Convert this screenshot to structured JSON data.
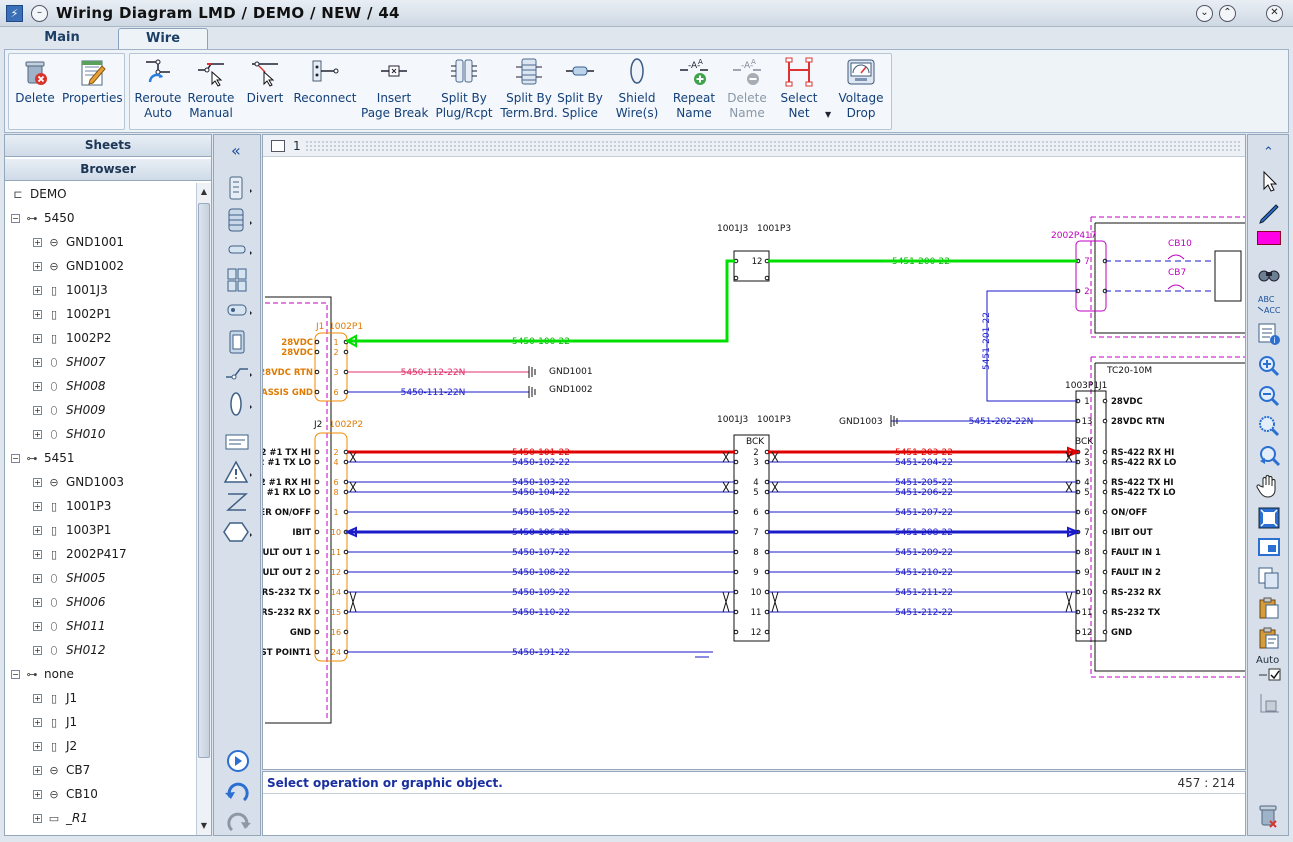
{
  "window": {
    "title": "Wiring Diagram LMD / DEMO / NEW / 44"
  },
  "tabs": [
    {
      "label": "Main",
      "active": false
    },
    {
      "label": "Wire",
      "active": true
    }
  ],
  "ribbon": {
    "buttons": [
      {
        "id": "delete",
        "label1": "Delete",
        "label2": "",
        "icon": "trash-icon"
      },
      {
        "id": "properties",
        "label1": "Properties",
        "label2": "",
        "icon": "properties-icon"
      },
      {
        "id": "reroute-auto",
        "label1": "Reroute",
        "label2": "Auto",
        "icon": "reroute-auto-icon"
      },
      {
        "id": "reroute-manual",
        "label1": "Reroute",
        "label2": "Manual",
        "icon": "reroute-manual-icon"
      },
      {
        "id": "divert",
        "label1": "Divert",
        "label2": "",
        "icon": "divert-icon"
      },
      {
        "id": "reconnect",
        "label1": "Reconnect",
        "label2": "",
        "icon": "reconnect-icon"
      },
      {
        "id": "insert-page-break",
        "label1": "Insert",
        "label2": "Page Break",
        "icon": "page-break-icon"
      },
      {
        "id": "split-plug",
        "label1": "Split By",
        "label2": "Plug/Rcpt",
        "icon": "split-plug-icon"
      },
      {
        "id": "split-term",
        "label1": "Split By",
        "label2": "Term.Brd.",
        "icon": "split-term-icon"
      },
      {
        "id": "split-splice",
        "label1": "Split By",
        "label2": "Splice",
        "icon": "split-splice-icon"
      },
      {
        "id": "shield-wire",
        "label1": "Shield",
        "label2": "Wire(s)",
        "icon": "shield-icon"
      },
      {
        "id": "repeat-name",
        "label1": "Repeat",
        "label2": "Name",
        "icon": "repeat-name-icon"
      },
      {
        "id": "delete-name",
        "label1": "Delete",
        "label2": "Name",
        "icon": "delete-name-icon",
        "disabled": true
      },
      {
        "id": "select-net",
        "label1": "Select",
        "label2": "Net",
        "icon": "select-net-icon"
      },
      {
        "id": "voltage-drop",
        "label1": "Voltage",
        "label2": "Drop",
        "icon": "voltage-meter-icon"
      }
    ]
  },
  "left_panel": {
    "sheets_label": "Sheets",
    "browser_label": "Browser",
    "tree": [
      {
        "label": "DEMO",
        "level": 0,
        "kind": "root",
        "exp": ""
      },
      {
        "label": "5450",
        "level": 0,
        "kind": "net",
        "exp": "-"
      },
      {
        "label": "GND1001",
        "level": 1,
        "kind": "ground",
        "exp": "+"
      },
      {
        "label": "GND1002",
        "level": 1,
        "kind": "ground",
        "exp": "+"
      },
      {
        "label": "1001J3",
        "level": 1,
        "kind": "connector",
        "exp": "+"
      },
      {
        "label": "1002P1",
        "level": 1,
        "kind": "plug",
        "exp": "+"
      },
      {
        "label": "1002P2",
        "level": 1,
        "kind": "plug",
        "exp": "+"
      },
      {
        "label": "SH007",
        "level": 1,
        "kind": "shield",
        "exp": "+",
        "italic": true
      },
      {
        "label": "SH008",
        "level": 1,
        "kind": "shield",
        "exp": "+",
        "italic": true
      },
      {
        "label": "SH009",
        "level": 1,
        "kind": "shield",
        "exp": "+",
        "italic": true
      },
      {
        "label": "SH010",
        "level": 1,
        "kind": "shield",
        "exp": "+",
        "italic": true
      },
      {
        "label": "5451",
        "level": 0,
        "kind": "net",
        "exp": "-"
      },
      {
        "label": "GND1003",
        "level": 1,
        "kind": "ground",
        "exp": "+"
      },
      {
        "label": "1001P3",
        "level": 1,
        "kind": "plug",
        "exp": "+"
      },
      {
        "label": "1003P1",
        "level": 1,
        "kind": "plug",
        "exp": "+"
      },
      {
        "label": "2002P417",
        "level": 1,
        "kind": "plug",
        "exp": "+"
      },
      {
        "label": "SH005",
        "level": 1,
        "kind": "shield",
        "exp": "+",
        "italic": true
      },
      {
        "label": "SH006",
        "level": 1,
        "kind": "shield",
        "exp": "+",
        "italic": true
      },
      {
        "label": "SH011",
        "level": 1,
        "kind": "shield",
        "exp": "+",
        "italic": true
      },
      {
        "label": "SH012",
        "level": 1,
        "kind": "shield",
        "exp": "+",
        "italic": true
      },
      {
        "label": "none",
        "level": 0,
        "kind": "net",
        "exp": "-"
      },
      {
        "label": "J1",
        "level": 1,
        "kind": "connector",
        "exp": "+"
      },
      {
        "label": "J1",
        "level": 1,
        "kind": "connector",
        "exp": "+"
      },
      {
        "label": "J2",
        "level": 1,
        "kind": "connector",
        "exp": "+"
      },
      {
        "label": "CB7",
        "level": 1,
        "kind": "ground",
        "exp": "+"
      },
      {
        "label": "CB10",
        "level": 1,
        "kind": "ground",
        "exp": "+"
      },
      {
        "label": "_R1",
        "level": 1,
        "kind": "resistor",
        "exp": "+",
        "italic": true
      }
    ]
  },
  "sheet_tab": {
    "label": "1"
  },
  "diagram": {
    "components": {
      "j1": "J1",
      "p1002p1": "1002P1",
      "j2": "J2",
      "p1002p2": "1002P2",
      "j1001j3_top": "1001J3",
      "p1001p3_top": "1001P3",
      "j1001j3_mid": "1001J3",
      "p1001p3_mid": "1001P3",
      "p2002p417": "2002P417",
      "cb10": "CB10",
      "cb7": "CB7",
      "tc20": "TC20-10M",
      "p1003p1": "1003P1",
      "j1_right": "J1",
      "gnd1001": "GND1001",
      "gnd1002": "GND1002",
      "gnd1003": "GND1003",
      "bck_mid": "BCK",
      "bck_right": "BCK"
    },
    "left_pin_labels_top": [
      {
        "text": "28VDC",
        "pin": "1"
      },
      {
        "text": "28VDC",
        "pin": "2"
      },
      {
        "text": "28VDC RTN",
        "pin": "3"
      },
      {
        "text": "ASSIS GND",
        "pin": "6"
      }
    ],
    "left_pin_labels_bottom": [
      {
        "text": "2 #1 TX HI",
        "pin": "2"
      },
      {
        "text": "2 #1 TX LO",
        "pin": "4"
      },
      {
        "text": "2 #1 RX HI",
        "pin": "6"
      },
      {
        "text": "2 #1 RX LO",
        "pin": "8"
      },
      {
        "text": "ER ON/OFF",
        "pin": "1"
      },
      {
        "text": "IBIT",
        "pin": "10"
      },
      {
        "text": "AULT OUT 1",
        "pin": "11"
      },
      {
        "text": "AULT OUT 2",
        "pin": "12"
      },
      {
        "text": "RS-232 TX",
        "pin": "14"
      },
      {
        "text": "RS-232 RX",
        "pin": "15"
      },
      {
        "text": "GND",
        "pin": "16"
      },
      {
        "text": "EST POINT1",
        "pin": "24"
      }
    ],
    "mid_pins": [
      "2",
      "3",
      "4",
      "5",
      "6",
      "7",
      "8",
      "9",
      "10",
      "11",
      "12"
    ],
    "right_pin_labels": [
      {
        "text": "28VDC",
        "pin": "1"
      },
      {
        "text": "28VDC RTN",
        "pin": "13"
      },
      {
        "text": "RS-422 RX HI",
        "pin": "2"
      },
      {
        "text": "RS-422 RX LO",
        "pin": "3"
      },
      {
        "text": "RS-422 TX HI",
        "pin": "4"
      },
      {
        "text": "RS-422 TX LO",
        "pin": "5"
      },
      {
        "text": "ON/OFF",
        "pin": "6"
      },
      {
        "text": "IBIT OUT",
        "pin": "7"
      },
      {
        "text": "FAULT IN 1",
        "pin": "8"
      },
      {
        "text": "FAULT IN 2",
        "pin": "9"
      },
      {
        "text": "RS-232 RX",
        "pin": "10"
      },
      {
        "text": "RS-232 TX",
        "pin": "11"
      },
      {
        "text": "GND",
        "pin": "12"
      }
    ],
    "top_right_pins": [
      "7",
      "2"
    ],
    "top_mid_pin": "12",
    "wires": [
      {
        "id": "w5451-200",
        "label": "5451-200-22",
        "color": "#00e000"
      },
      {
        "id": "w5451-201",
        "label": "5451-201-22",
        "color": "#1a1ac8"
      },
      {
        "id": "w5450-100",
        "label": "5450-100-22",
        "color": "#00e000"
      },
      {
        "id": "w5450-112",
        "label": "5450-112-22N",
        "color": "#e0306a"
      },
      {
        "id": "w5450-111",
        "label": "5450-111-22N",
        "color": "#1a1ac8"
      },
      {
        "id": "w5451-202",
        "label": "5451-202-22N",
        "color": "#1a1ac8"
      },
      {
        "id": "w5450-101",
        "label": "5450-101-22",
        "color": "#e00000"
      },
      {
        "id": "w5450-102",
        "label": "5450-102-22",
        "color": "#1a1ac8"
      },
      {
        "id": "w5450-103",
        "label": "5450-103-22",
        "color": "#1a1ac8"
      },
      {
        "id": "w5450-104",
        "label": "5450-104-22",
        "color": "#1a1ac8"
      },
      {
        "id": "w5450-105",
        "label": "5450-105-22",
        "color": "#1a1ac8"
      },
      {
        "id": "w5450-106",
        "label": "5450-106-22",
        "color": "#1a1ac8"
      },
      {
        "id": "w5450-107",
        "label": "5450-107-22",
        "color": "#1a1ac8"
      },
      {
        "id": "w5450-108",
        "label": "5450-108-22",
        "color": "#1a1ac8"
      },
      {
        "id": "w5450-109",
        "label": "5450-109-22",
        "color": "#1a1ac8"
      },
      {
        "id": "w5450-110",
        "label": "5450-110-22",
        "color": "#1a1ac8"
      },
      {
        "id": "w5450-191",
        "label": "5450-191-22",
        "color": "#1a1ac8"
      },
      {
        "id": "w5451-203",
        "label": "5451-203-22",
        "color": "#e00000"
      },
      {
        "id": "w5451-204",
        "label": "5451-204-22",
        "color": "#1a1ac8"
      },
      {
        "id": "w5451-205",
        "label": "5451-205-22",
        "color": "#1a1ac8"
      },
      {
        "id": "w5451-206",
        "label": "5451-206-22",
        "color": "#1a1ac8"
      },
      {
        "id": "w5451-207",
        "label": "5451-207-22",
        "color": "#1a1ac8"
      },
      {
        "id": "w5451-208",
        "label": "5451-208-22",
        "color": "#1a1ac8"
      },
      {
        "id": "w5451-209",
        "label": "5451-209-22",
        "color": "#1a1ac8"
      },
      {
        "id": "w5451-210",
        "label": "5451-210-22",
        "color": "#1a1ac8"
      },
      {
        "id": "w5451-211",
        "label": "5451-211-22",
        "color": "#1a1ac8"
      },
      {
        "id": "w5451-212",
        "label": "5451-212-22",
        "color": "#1a1ac8"
      }
    ]
  },
  "right_toolbar": {
    "auto_label": "Auto"
  },
  "status": {
    "message": "Select operation or graphic object.",
    "coords": "457 : 214"
  }
}
